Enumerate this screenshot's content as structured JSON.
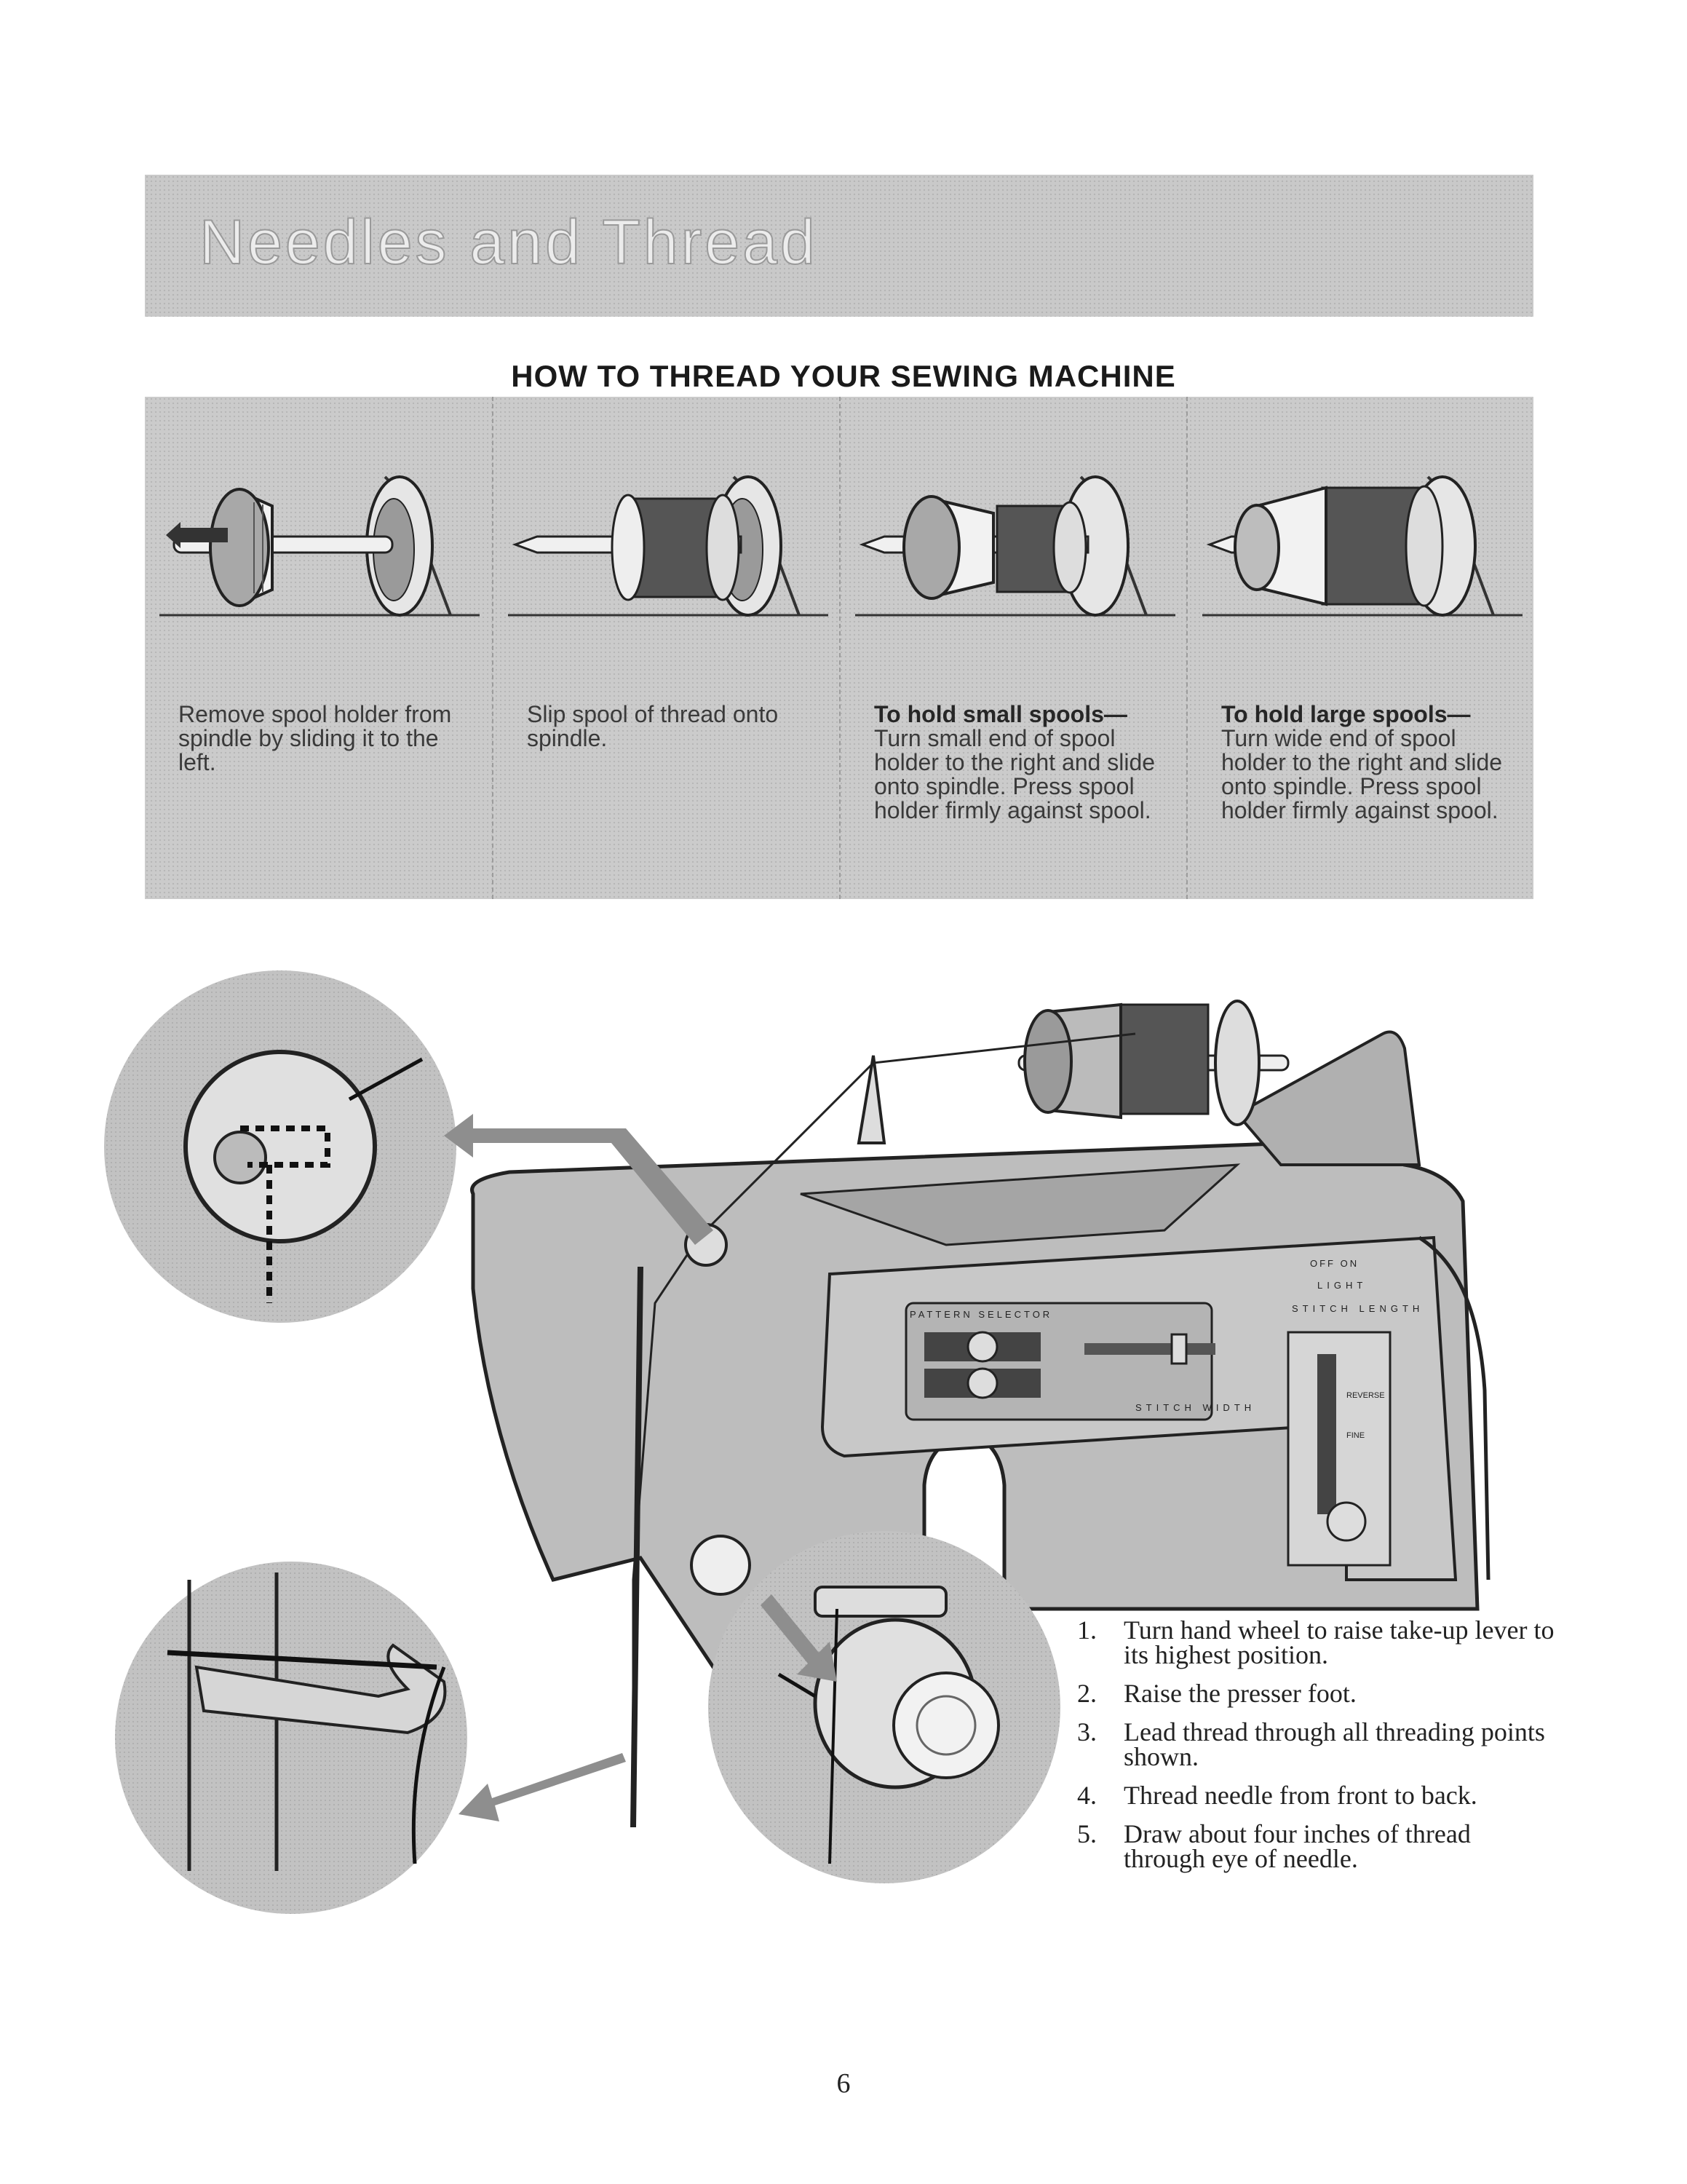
{
  "section": {
    "title": "Needles and Thread"
  },
  "subheading": "HOW TO THREAD YOUR SEWING MACHINE",
  "spool_steps": [
    {
      "heading": "",
      "text": "Remove spool holder from spindle by sliding it to the left."
    },
    {
      "heading": "",
      "text": "Slip spool of thread onto spindle."
    },
    {
      "heading": "To hold small spools—",
      "text": "Turn small end of spool holder to the right and slide onto spindle. Press spool holder firmly against spool."
    },
    {
      "heading": "To hold large spools—",
      "text": "Turn wide end of spool holder to the right and slide onto spindle. Press spool holder firmly against spool."
    }
  ],
  "machine_labels": {
    "light": "LIGHT",
    "off_on": "OFF  ON",
    "stitch_length": "STITCH LENGTH",
    "stitch_width": "STITCH WIDTH",
    "pattern_selector": "PATTERN SELECTOR",
    "reverse": "REVERSE",
    "fine": "FINE"
  },
  "instructions": [
    {
      "num": "1.",
      "text": "Turn hand wheel to raise take-up lever to its highest position."
    },
    {
      "num": "2.",
      "text": "Raise the presser foot."
    },
    {
      "num": "3.",
      "text": "Lead thread through all threading points shown."
    },
    {
      "num": "4.",
      "text": "Thread needle from front to back."
    },
    {
      "num": "5.",
      "text": "Draw about four inches of thread through eye of needle."
    }
  ],
  "page_number": "6",
  "colors": {
    "screen_gray": "#c9c9c9",
    "machine_body": "#bdbdbd",
    "arrow_gray": "#8e8e8e",
    "ink": "#222222"
  }
}
